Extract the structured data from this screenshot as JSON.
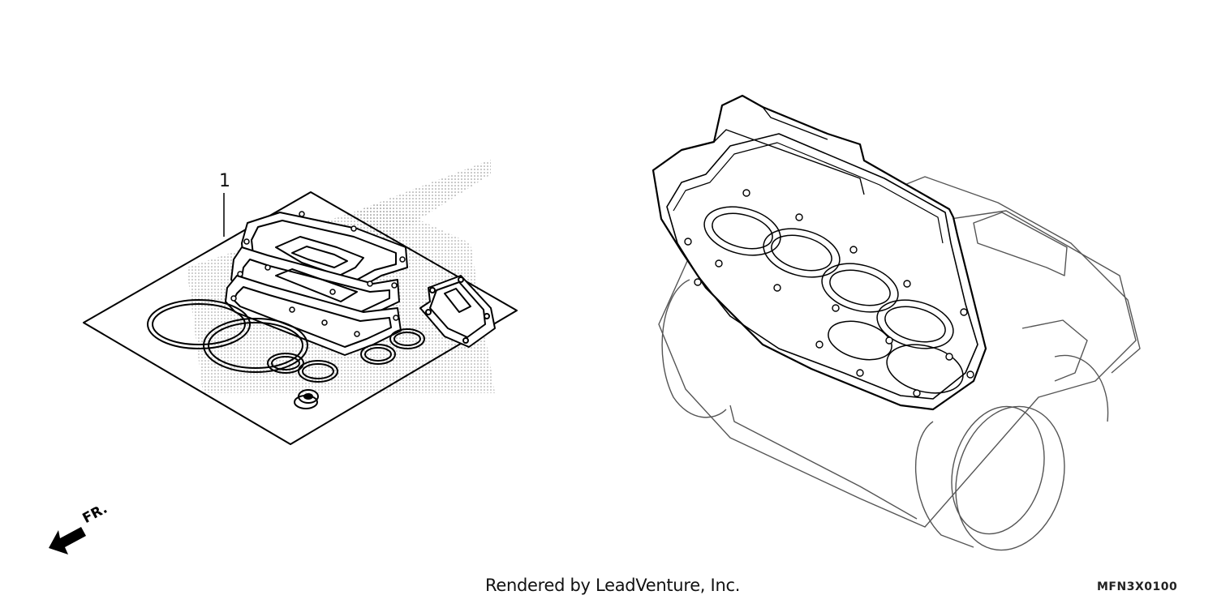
{
  "diagram": {
    "callouts": [
      {
        "number": "1"
      }
    ],
    "direction_label": "FR.",
    "footer": {
      "rendered_by": "Rendered by LeadVenture, Inc.",
      "diagram_code": "MFN3X0100"
    }
  },
  "colors": {
    "line": "#000000",
    "background": "#ffffff",
    "stipple": "#8a8a8a"
  },
  "icons": [
    "front-direction-arrow-icon"
  ]
}
